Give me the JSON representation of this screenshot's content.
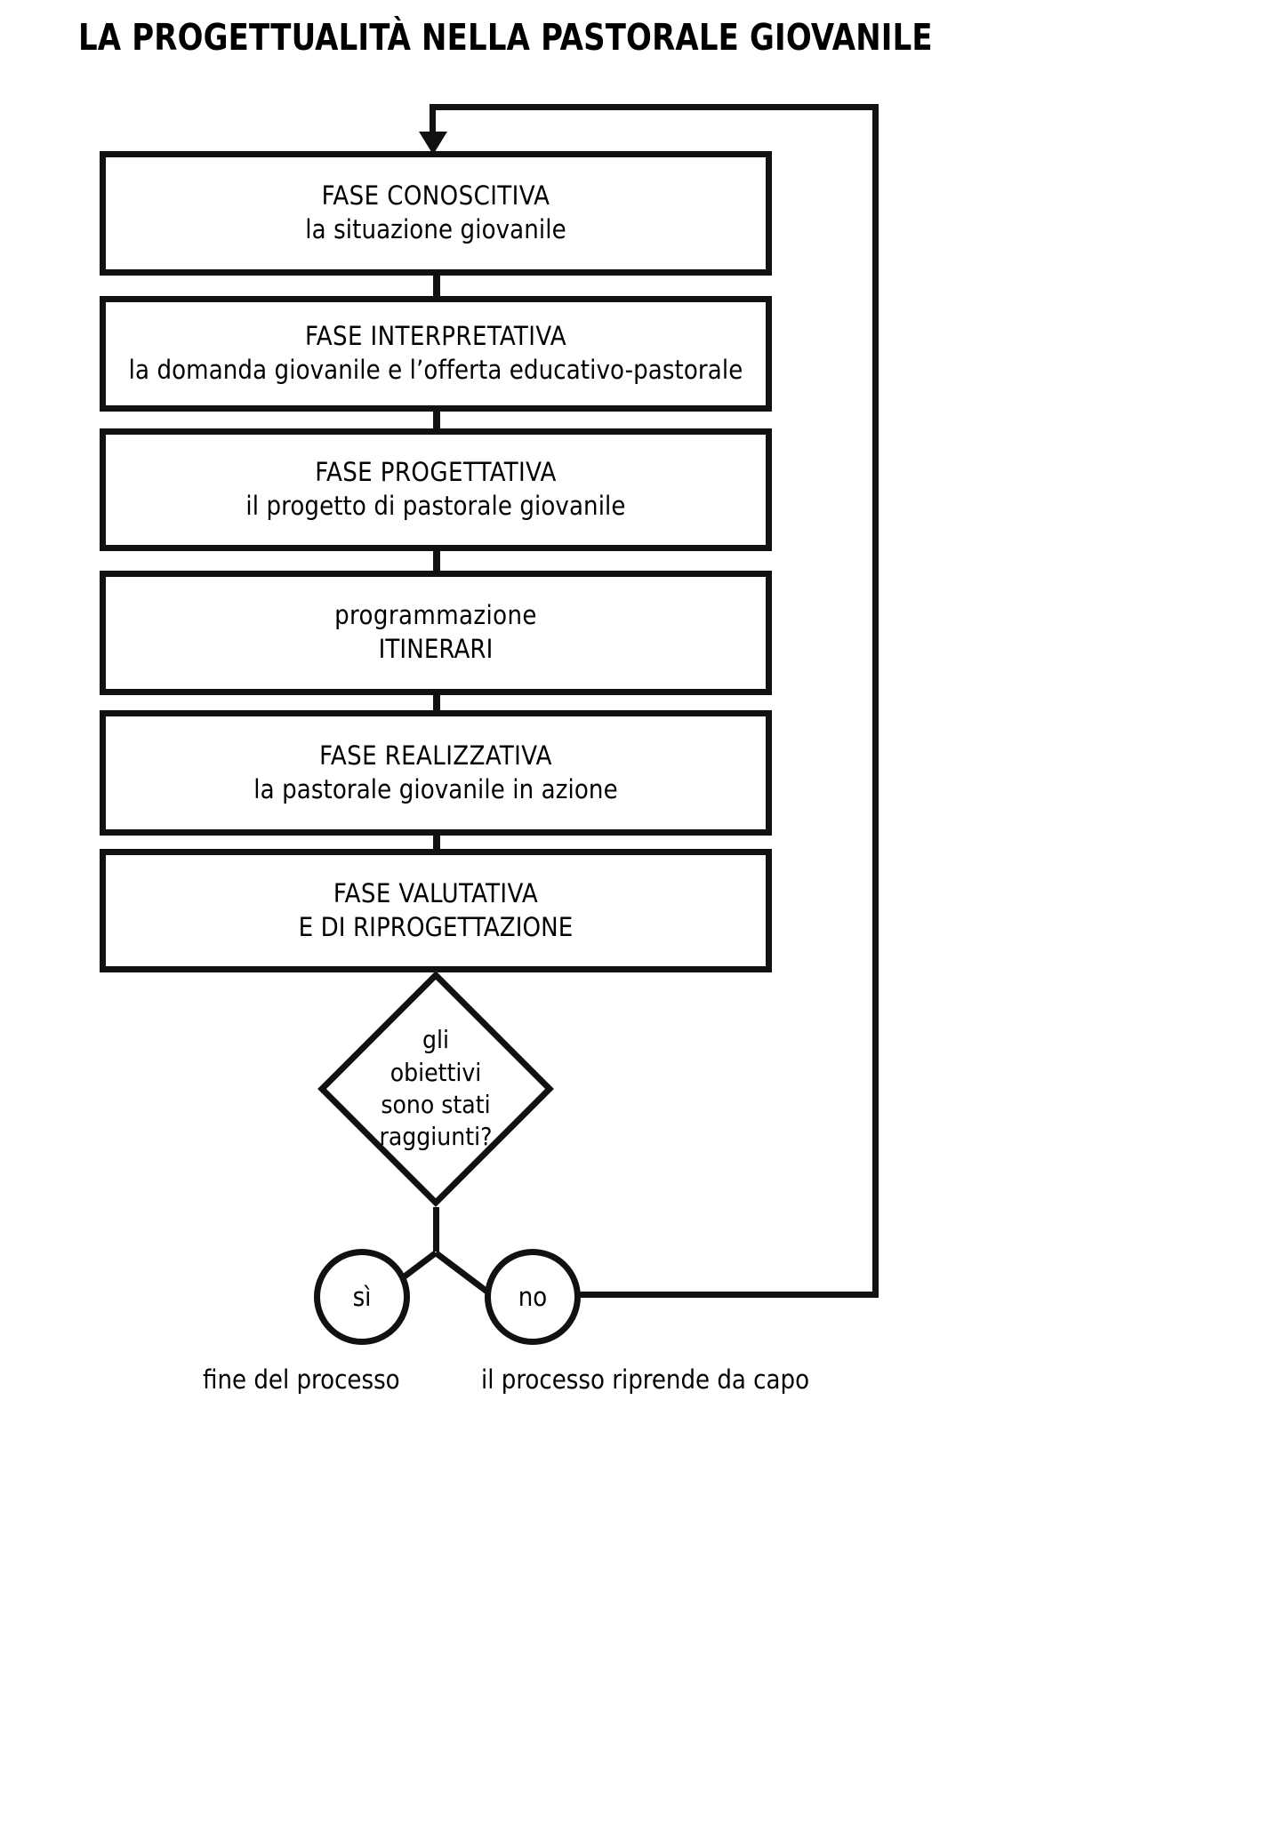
{
  "title": "LA PROGETTUALITÀ NELLA PASTORALE GIOVANILE",
  "colors": {
    "ink": "#111111",
    "paper": "#ffffff"
  },
  "boxes": [
    {
      "id": "fase-conoscitiva",
      "line1": "FASE CONOSCITIVA",
      "line2": "la situazione giovanile"
    },
    {
      "id": "fase-interpretativa",
      "line1": "FASE INTERPRETATIVA",
      "line2": "la domanda giovanile e l’offerta educativo-pastorale"
    },
    {
      "id": "fase-progettativa",
      "line1": "FASE PROGETTATIVA",
      "line2": "il progetto di pastorale giovanile"
    },
    {
      "id": "programmazione-itinerari",
      "line1": "programmazione",
      "line2": "ITINERARI"
    },
    {
      "id": "fase-realizzativa",
      "line1": "FASE REALIZZATIVA",
      "line2": "la pastorale giovanile in azione"
    },
    {
      "id": "fase-valutativa",
      "line1": "FASE VALUTATIVA",
      "line2": "E DI RIPROGETTAZIONE"
    }
  ],
  "decision": {
    "id": "obiettivi-raggiunti",
    "lines": [
      "gli",
      "obiettivi",
      "sono stati",
      "raggiunti?"
    ]
  },
  "terminals": [
    {
      "id": "si",
      "label": "sì",
      "caption": "fine del processo"
    },
    {
      "id": "no",
      "label": "no",
      "caption": "il processo riprende da capo"
    }
  ]
}
